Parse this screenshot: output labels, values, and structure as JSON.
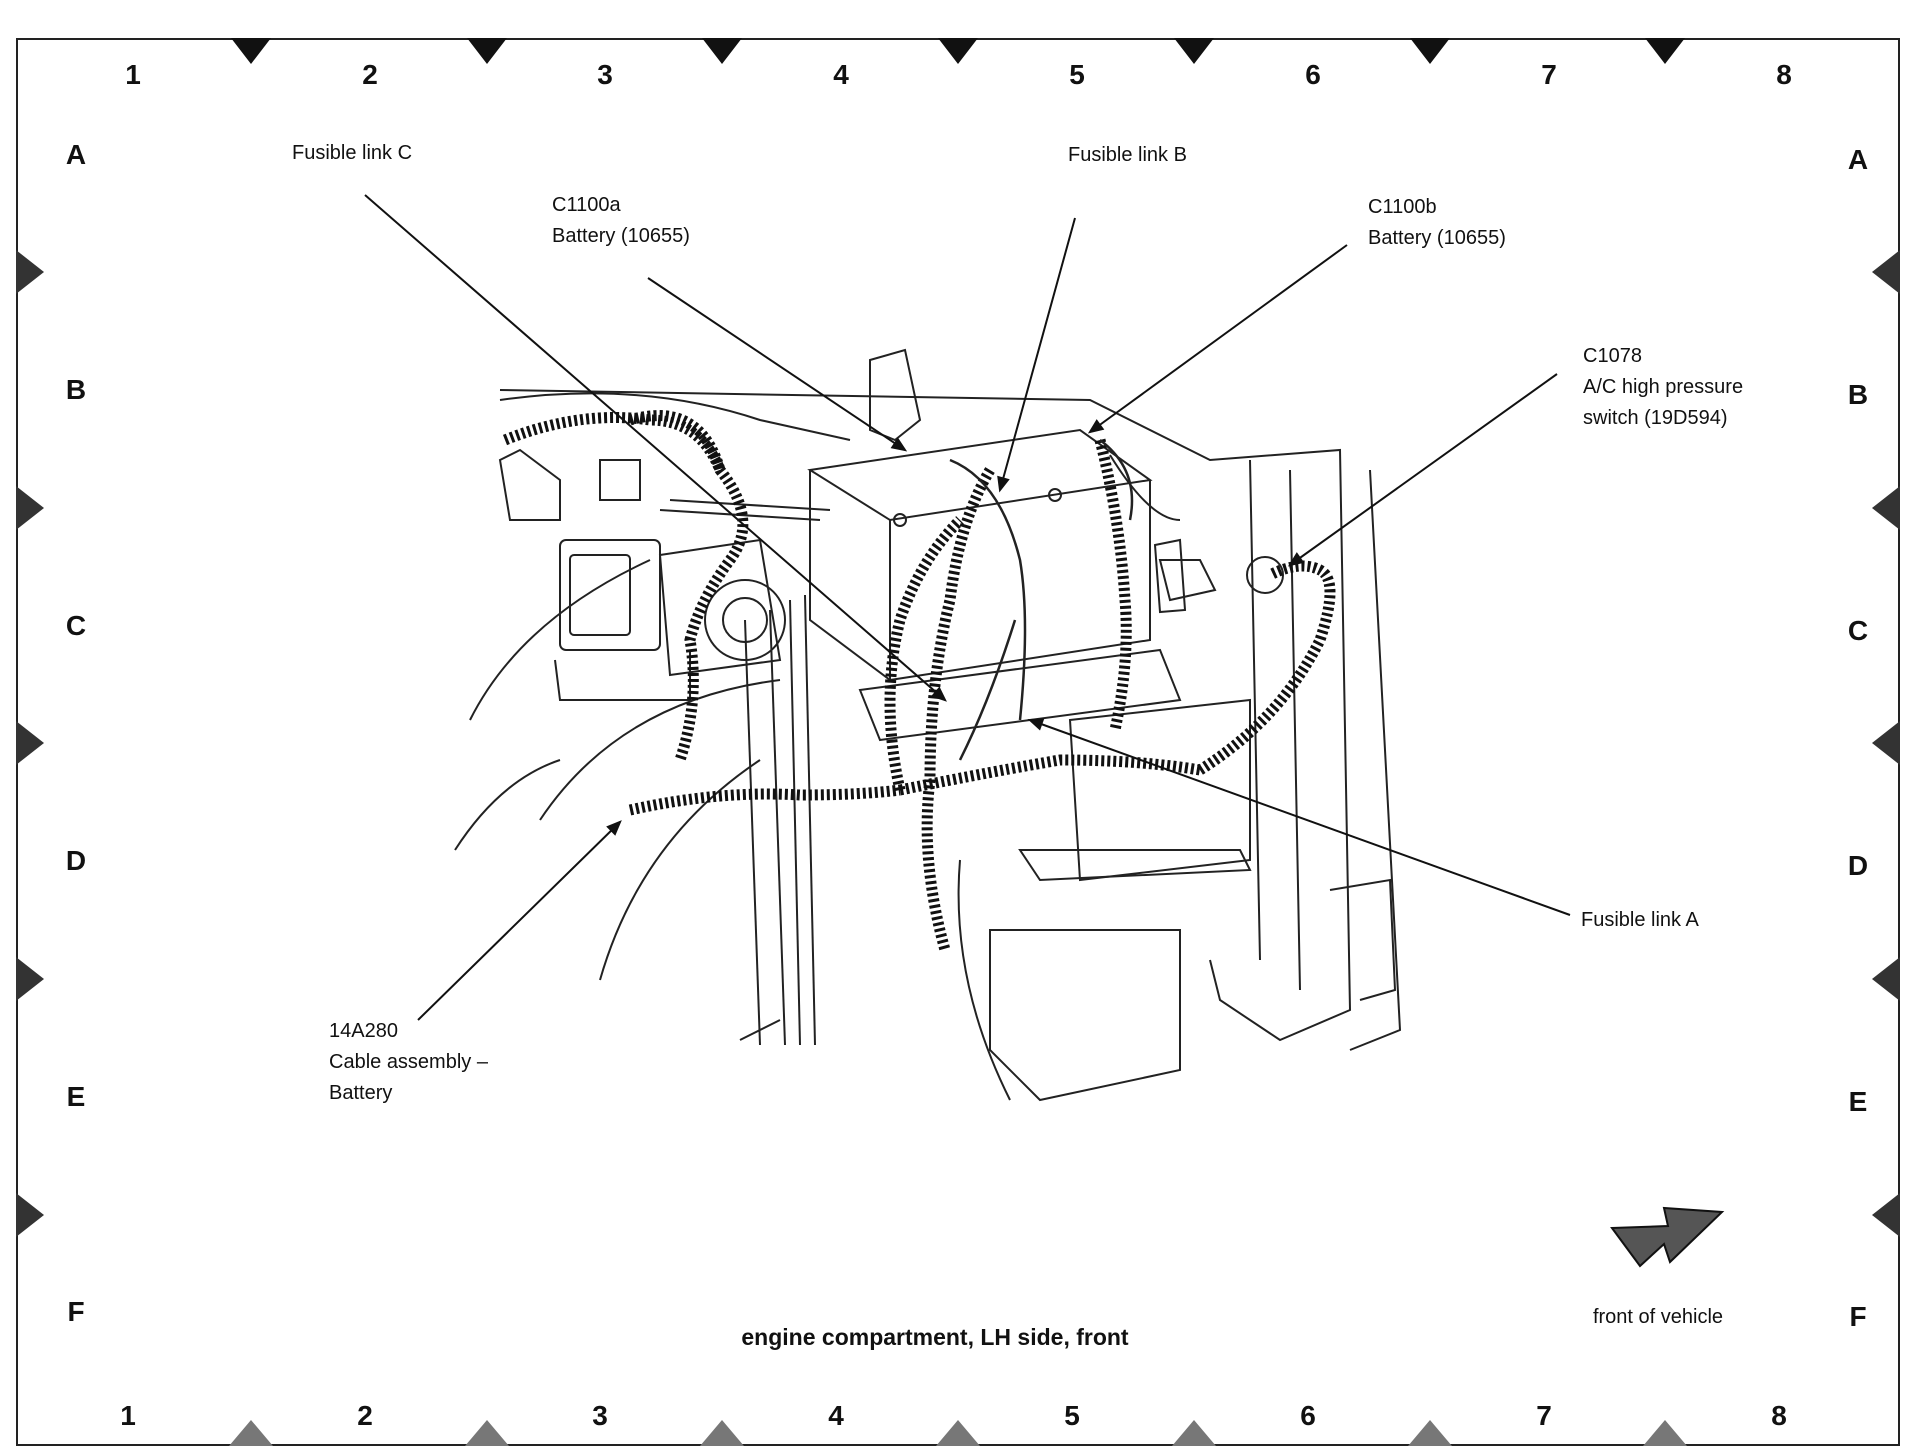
{
  "grid": {
    "columns": [
      "1",
      "2",
      "3",
      "4",
      "5",
      "6",
      "7",
      "8"
    ],
    "rows": [
      "A",
      "B",
      "C",
      "D",
      "E",
      "F"
    ]
  },
  "callouts": {
    "fusible_link_c": [
      "Fusible link C"
    ],
    "fusible_link_b": [
      "Fusible link B"
    ],
    "c1100a": [
      "C1100a",
      "Battery (10655)"
    ],
    "c1100b": [
      "C1100b",
      "Battery (10655)"
    ],
    "c1078": [
      "C1078",
      "A/C high pressure",
      "switch (19D594)"
    ],
    "fusible_link_a": [
      "Fusible link A"
    ],
    "cable_14a280": [
      "14A280",
      "Cable assembly –",
      "Battery"
    ]
  },
  "caption": "engine compartment, LH side, front",
  "orientation": {
    "label": "front of vehicle",
    "icon": "front-of-vehicle-arrow-icon"
  }
}
